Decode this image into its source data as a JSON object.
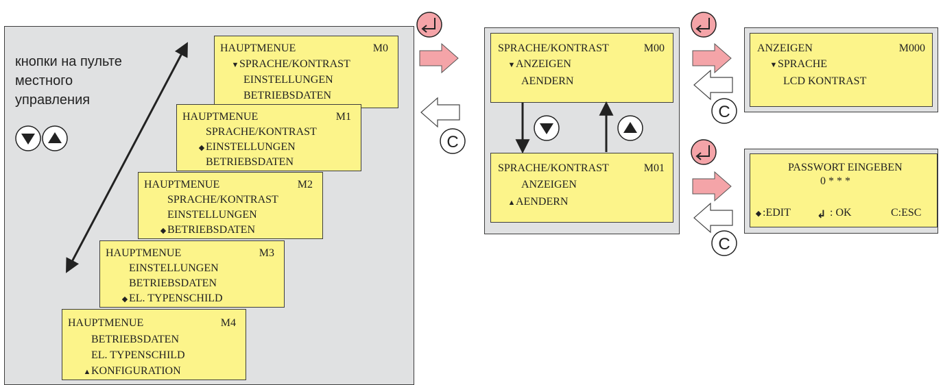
{
  "remote_buttons_label": [
    "кнопки на пульте",
    "местного",
    "управления"
  ],
  "menus": {
    "m0": {
      "title": "HAUPTMENUE",
      "code": "M0",
      "lines": [
        "SPRACHE/KONTRAST",
        "EINSTELLUNGEN",
        "BETRIEBSDATEN"
      ]
    },
    "m1": {
      "title": "HAUPTMENUE",
      "code": "M1",
      "lines": [
        "SPRACHE/KONTRAST",
        "EINSTELLUNGEN",
        "BETRIEBSDATEN"
      ]
    },
    "m2": {
      "title": "HAUPTMENUE",
      "code": "M2",
      "lines": [
        "SPRACHE/KONTRAST",
        "EINSTELLUNGEN",
        "BETRIEBSDATEN"
      ]
    },
    "m3": {
      "title": "HAUPTMENUE",
      "code": "M3",
      "lines": [
        "EINSTELLUNGEN",
        "BETRIEBSDATEN",
        "EL. TYPENSCHILD"
      ]
    },
    "m4": {
      "title": "HAUPTMENUE",
      "code": "M4",
      "lines": [
        "BETRIEBSDATEN",
        "EL. TYPENSCHILD",
        "KONFIGURATION"
      ]
    },
    "m00": {
      "title": "SPRACHE/KONTRAST",
      "code": "M00",
      "lines": [
        "ANZEIGEN",
        "AENDERN"
      ]
    },
    "m01": {
      "title": "SPRACHE/KONTRAST",
      "code": "M01",
      "lines": [
        "ANZEIGEN",
        "AENDERN"
      ]
    },
    "m000": {
      "title": "ANZEIGEN",
      "code": "M000",
      "lines": [
        "SPRACHE",
        "LCD KONTRAST"
      ]
    }
  },
  "password_screen": {
    "title": "PASSWORT EINGEBEN",
    "value": "0 * * *",
    "edit": ":EDIT",
    "ok": ": OK",
    "esc": "C:ESC"
  },
  "cancel_key": "C",
  "colors": {
    "panel_bg": "#e0e1e2",
    "lcd_bg": "#fcf48a",
    "enter_key_fill": "#f4a4a8",
    "arrow_fill": "#f4a4a8"
  }
}
